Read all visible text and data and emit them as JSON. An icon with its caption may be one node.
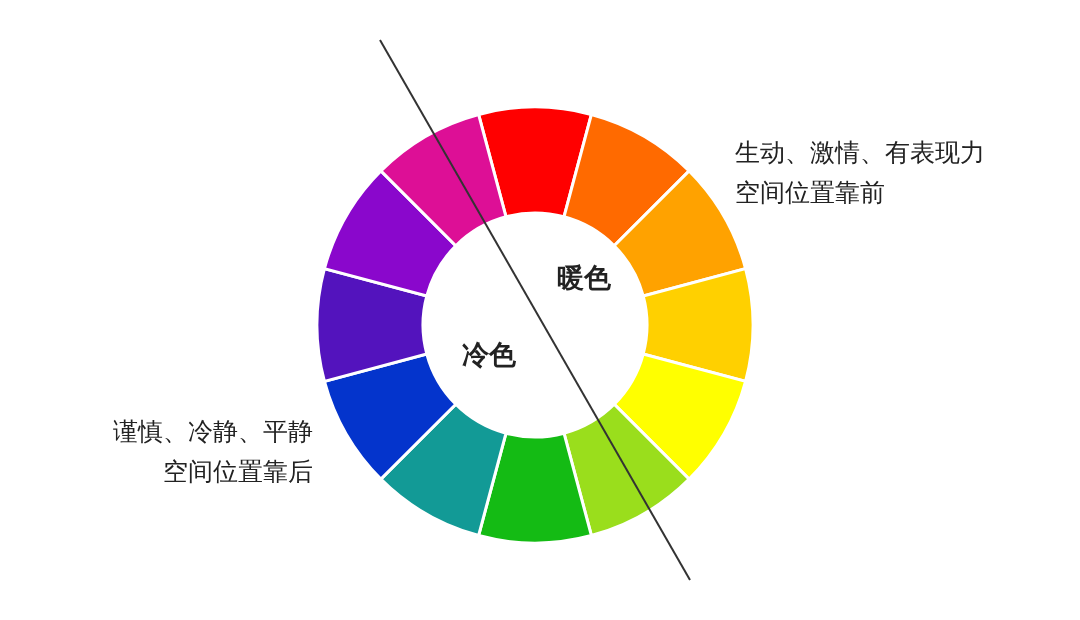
{
  "diagram": {
    "labels": [
      "生动、激情、有表现力",
      "空间位置靠前",
      "暖色",
      "冷色",
      "谨慎、冷静、平静",
      "空间位置靠后"
    ]
  }
}
